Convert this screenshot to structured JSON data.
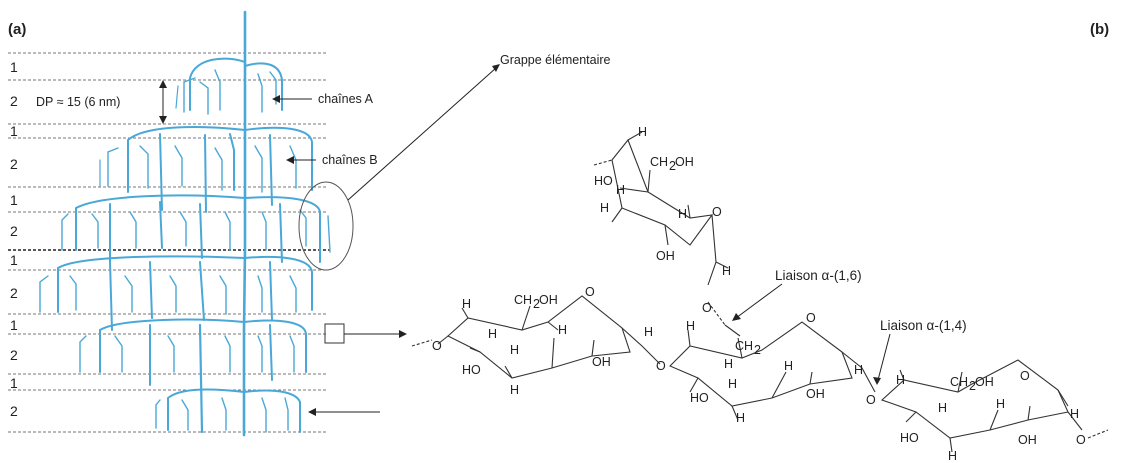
{
  "panel_a": {
    "label": "(a)",
    "layer_labels": [
      "1",
      "2",
      "1",
      "2",
      "1",
      "2",
      "1",
      "2",
      "1",
      "2",
      "1",
      "2"
    ],
    "dp_label": "DP ≈ 15 (6 nm)",
    "chains_a": "chaînes A",
    "chains_b": "chaînes B",
    "cluster_label": "Grappe élémentaire"
  },
  "panel_b": {
    "label": "(b)",
    "link_16": "Liaison α-(1,6)",
    "link_14": "Liaison α-(1,4)"
  },
  "colors": {
    "chain": "#4aa8d8",
    "line": "#333333",
    "dashed": "#777777"
  }
}
